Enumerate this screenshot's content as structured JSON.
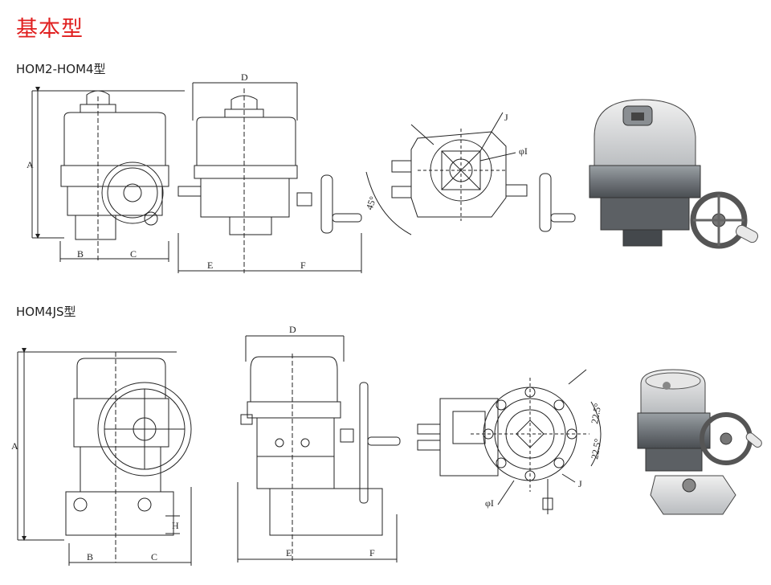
{
  "page": {
    "title": "基本型",
    "sections": [
      {
        "title": "HOM2-HOM4型"
      },
      {
        "title": "HOM4JS型"
      }
    ]
  },
  "labels": {
    "A": "A",
    "B": "B",
    "C": "C",
    "D": "D",
    "E": "E",
    "F": "F",
    "H": "H",
    "I": "φI",
    "J": "J",
    "angle45": "45°",
    "angle22": "22.5°"
  },
  "colors": {
    "title": "#e02020",
    "line": "#222222",
    "body": "#6a6e72",
    "body_light": "#cfd2d4",
    "body_dark": "#3a3d40"
  }
}
